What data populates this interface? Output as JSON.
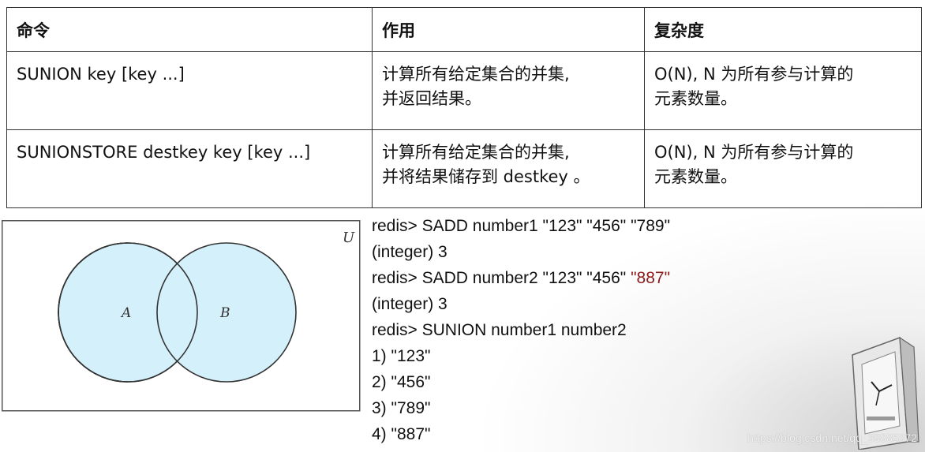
{
  "table": {
    "headers": [
      "命令",
      "作用",
      "复杂度"
    ],
    "rows": [
      {
        "command": "SUNION key [key ...]",
        "effect_l1": "计算所有给定集合的并集,",
        "effect_l2": "并返回结果。",
        "complexity_l1": "O(N), N 为所有参与计算的",
        "complexity_l2": "元素数量。"
      },
      {
        "command": "SUNIONSTORE destkey key [key ...]",
        "effect_l1": "计算所有给定集合的并集,",
        "effect_l2": "并将结果储存到 destkey 。",
        "complexity_l1": "O(N), N 为所有参与计算的",
        "complexity_l2": "元素数量。"
      }
    ]
  },
  "venn": {
    "universe_label": "U",
    "set_a_label": "A",
    "set_b_label": "B",
    "fill_color": "#d4f0fb"
  },
  "console": {
    "line1": "redis> SADD number1 \"123\" \"456\" \"789\"",
    "line2": "(integer) 3",
    "line3_prefix": "redis> SADD number2 \"123\" \"456\" ",
    "line3_highlight": "\"887\"",
    "line4": "(integer) 3",
    "line5": "redis> SUNION number1 number2",
    "line6": "1) \"123\"",
    "line7": "2) \"456\"",
    "line8": "3) \"789\"",
    "line9": "4) \"887\"",
    "highlight_color": "#8b1a1a"
  },
  "watermark": "https://blog.csdn.net/qq_39885372"
}
